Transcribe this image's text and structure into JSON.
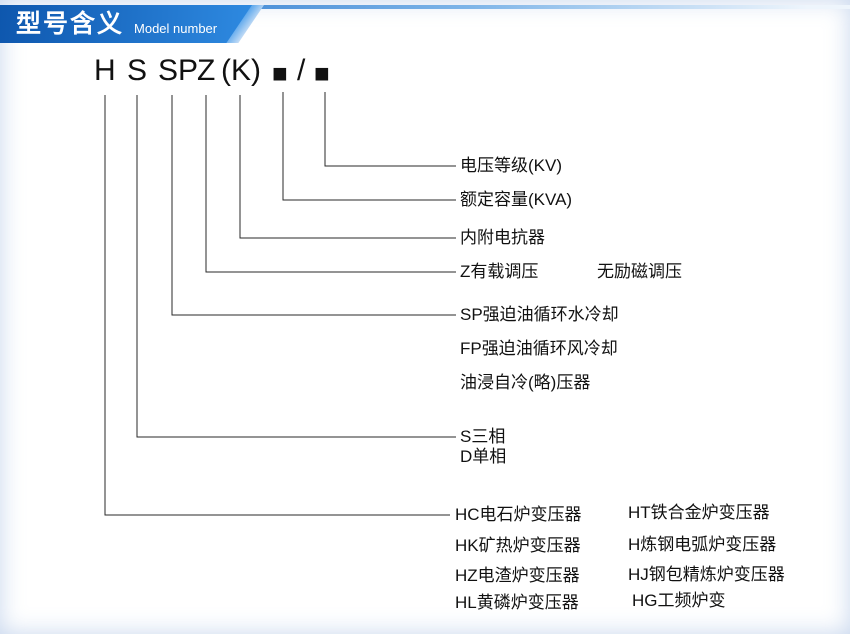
{
  "header": {
    "title": "型号含义",
    "subtitle": "Model number"
  },
  "model_code": {
    "parts": [
      "H",
      "S",
      "SP",
      "Z",
      "(K)",
      "■",
      "/",
      "■"
    ]
  },
  "labels": {
    "voltage": "电压等级(KV)",
    "capacity": "额定容量(KVA)",
    "reactor": "内附电抗器",
    "z_onload": "Z有载调压",
    "z_offload": "无励磁调压",
    "sp_water": "SP强迫油循环水冷却",
    "fp_air": "FP强迫油循环风冷却",
    "oil_self": "油浸自冷(略)压器",
    "s_three": "S三相",
    "d_single": "D单相",
    "hc": "HC电石炉变压器",
    "ht": "HT铁合金炉变压器",
    "hk": "HK矿热炉变压器",
    "h_arc": "H炼钢电弧炉变压器",
    "hz": "HZ电渣炉变压器",
    "hj": "HJ钢包精炼炉变压器",
    "hl": "HL黄磷炉变压器",
    "hg": "HG工频炉变"
  },
  "colors": {
    "header_blue": "#0e57ae",
    "header_blue_light": "#2f8be2",
    "line": "#2a2a2a"
  }
}
